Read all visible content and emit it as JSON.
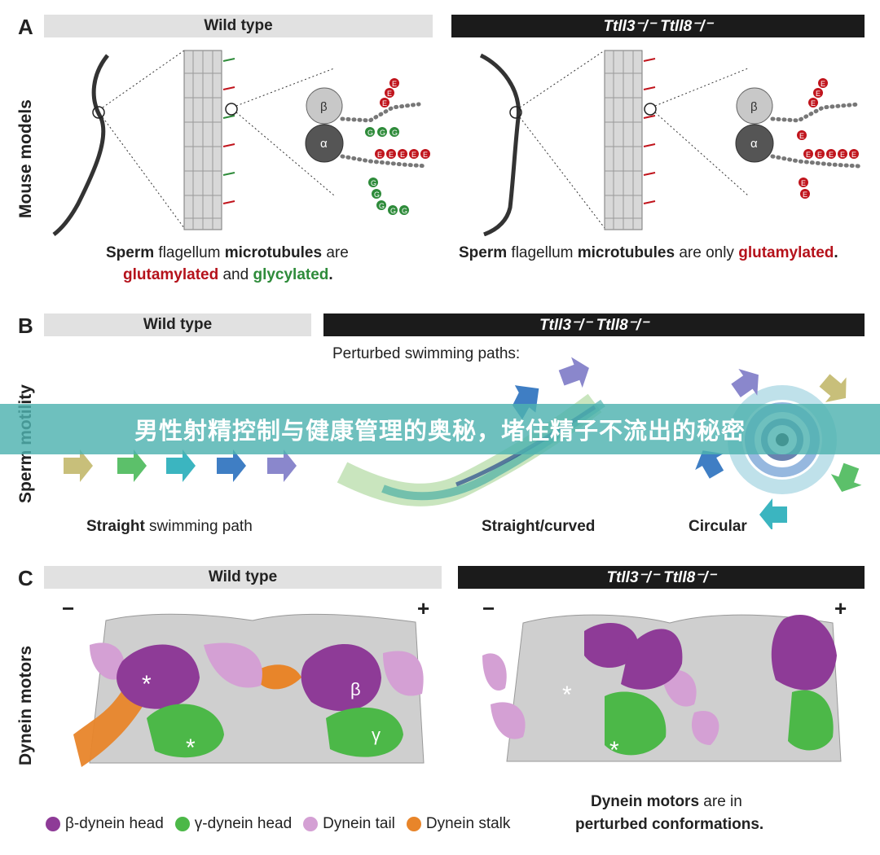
{
  "panels": {
    "a": {
      "letter": "A",
      "row_label": "Mouse models"
    },
    "b": {
      "letter": "B",
      "row_label": "Sperm motility",
      "perturbed_label": "Perturbed swimming paths:"
    },
    "c": {
      "letter": "C",
      "row_label": "Dynein motors"
    }
  },
  "headers": {
    "wild_type": "Wild type",
    "knockout": "Ttll3⁻/⁻ Ttll8⁻/⁻"
  },
  "panel_a": {
    "caption_left": {
      "p1": "Sperm",
      "p2": " flagellum ",
      "p3": "microtubules",
      "p4": " are",
      "p5": "glutamylated",
      "p6": "  and  ",
      "p7": "glycylated",
      "p8": "."
    },
    "caption_right": {
      "p1": "Sperm",
      "p2": " flagellum ",
      "p3": "microtubules",
      "p4": " are only ",
      "p5": "glutamylated",
      "p6": "."
    },
    "tubulin_beta": "β",
    "tubulin_alpha": "α",
    "glu_letter": "E",
    "gly_letter": "G"
  },
  "panel_b": {
    "straight": {
      "p1": "Straight",
      "p2": " swimming path"
    },
    "straight_curved": "Straight/curved",
    "circular": "Circular"
  },
  "panel_c": {
    "minus": "−",
    "plus": "+",
    "beta": "β",
    "gamma": "γ",
    "asterisk": "*",
    "caption": {
      "p1": "Dynein motors",
      "p2": "  are in",
      "p3": "perturbed conformations."
    }
  },
  "legend": [
    {
      "label": "β-dynein head",
      "color": "#8e3b97"
    },
    {
      "label": "γ-dynein head",
      "color": "#4cb848"
    },
    {
      "label": "Dynein tail",
      "color": "#d4a0d4"
    },
    {
      "label": "Dynein stalk",
      "color": "#e8852a"
    }
  ],
  "banner": {
    "text": "男性射精控制与健康管理的奥秘，堵住精子不流出的秘密"
  },
  "colors": {
    "glutamylation": "#c0141c",
    "glycylation": "#2e8b3a",
    "beta_dynein": "#8e3b97",
    "gamma_dynein": "#4cb848",
    "dynein_tail": "#d4a0d4",
    "dynein_stalk": "#e8852a",
    "banner": "#4eb2b0"
  }
}
